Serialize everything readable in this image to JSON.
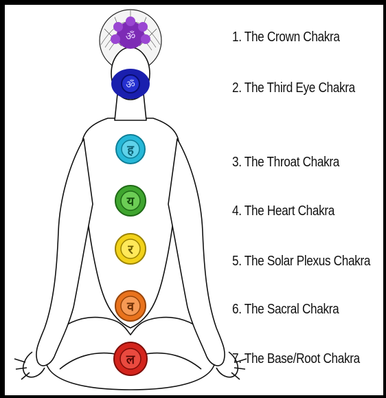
{
  "chakras": [
    {
      "label": "1. The Crown Chakra",
      "color": "#7d2bb5",
      "icon": "crown-chakra-icon"
    },
    {
      "label": "2. The Third Eye Chakra",
      "color": "#1a1fae",
      "icon": "third-eye-chakra-icon"
    },
    {
      "label": "3. The Throat Chakra",
      "color": "#27b8d8",
      "icon": "throat-chakra-icon"
    },
    {
      "label": "4. The Heart Chakra",
      "color": "#3fa52f",
      "icon": "heart-chakra-icon"
    },
    {
      "label": "5. The Solar Plexus Chakra",
      "color": "#f2d21a",
      "icon": "solar-plexus-chakra-icon"
    },
    {
      "label": "6. The Sacral Chakra",
      "color": "#e9731d",
      "icon": "sacral-chakra-icon"
    },
    {
      "label": "7. The Base/Root Chakra",
      "color": "#d3241c",
      "icon": "root-chakra-icon"
    }
  ]
}
